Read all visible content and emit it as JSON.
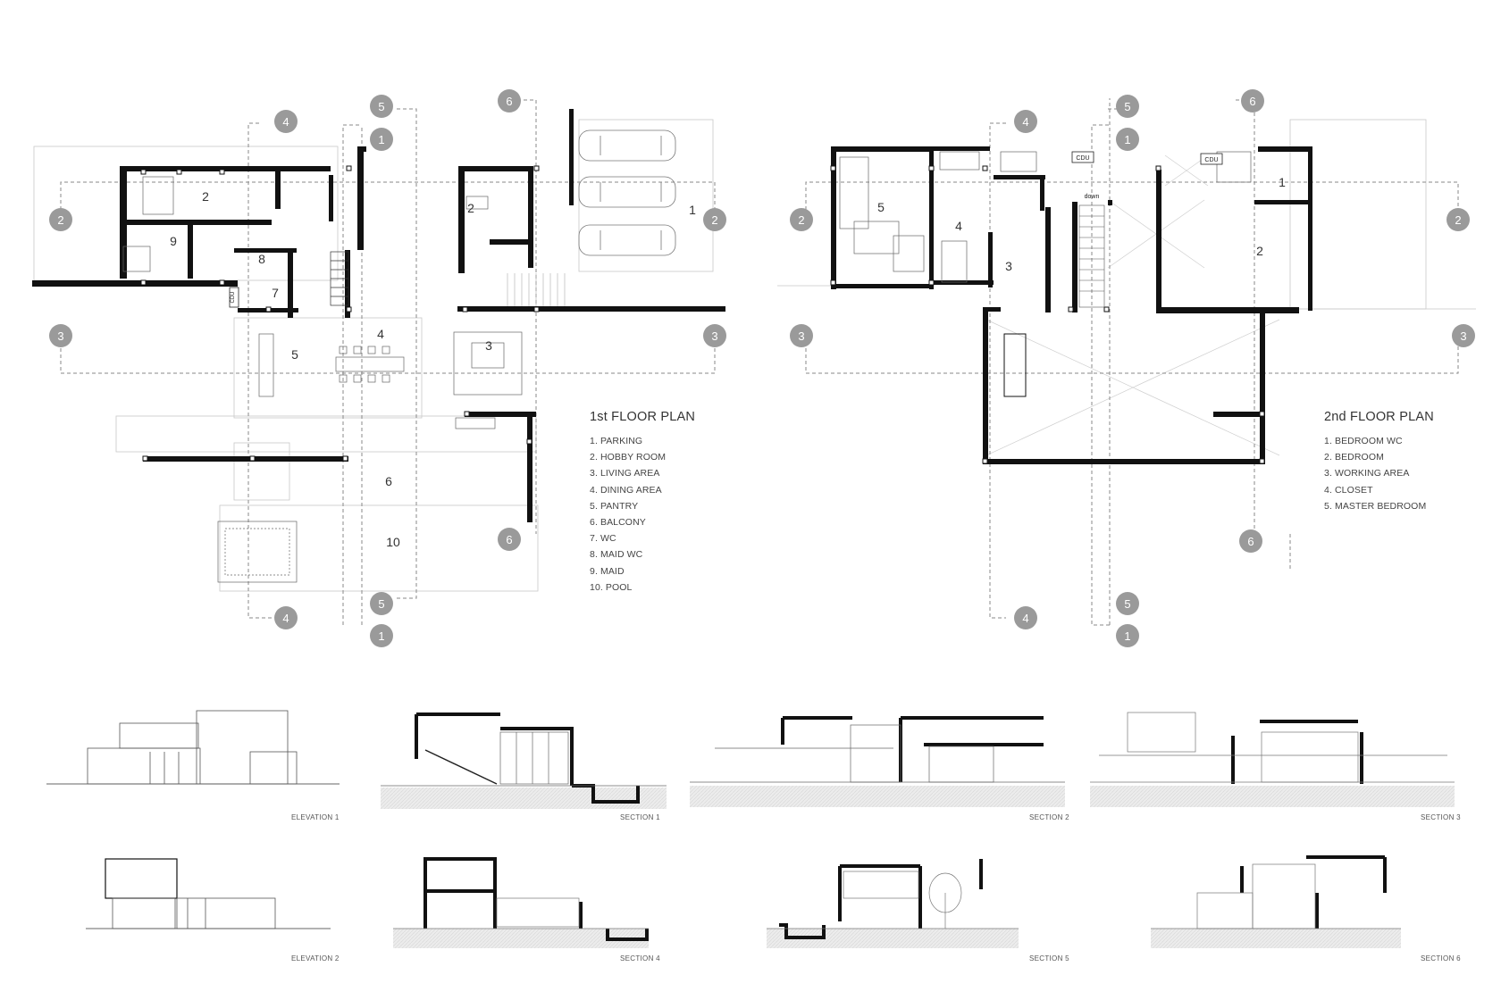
{
  "plan1": {
    "title": "1st FLOOR PLAN",
    "items": [
      "1. PARKING",
      "2. HOBBY ROOM",
      "3. LIVING AREA",
      "4. DINING AREA",
      "5. PANTRY",
      "6. BALCONY",
      "7. WC",
      "8. MAID WC",
      "9. MAID",
      "10. POOL"
    ],
    "room_numbers": [
      "1",
      "2",
      "2",
      "3",
      "4",
      "5",
      "6",
      "7",
      "8",
      "9",
      "10"
    ],
    "tags": [
      "CDU"
    ]
  },
  "plan2": {
    "title": "2nd FLOOR PLAN",
    "items": [
      "1. BEDROOM WC",
      "2. BEDROOM",
      "3. WORKING AREA",
      "4. CLOSET",
      "5. MASTER BEDROOM"
    ],
    "room_numbers": [
      "1",
      "2",
      "3",
      "4",
      "5"
    ],
    "tags": [
      "CDU",
      "CDU",
      "down"
    ]
  },
  "grid_markers": [
    "1",
    "2",
    "3",
    "4",
    "5",
    "6"
  ],
  "captions": {
    "elevation1": "ELEVATION 1",
    "section1": "SECTION 1",
    "section2": "SECTION 2",
    "section3": "SECTION 3",
    "elevation2": "ELEVATION 2",
    "section4": "SECTION 4",
    "section5": "SECTION 5",
    "section6": "SECTION 6"
  },
  "colors": {
    "wall": "#111111",
    "marker": "#9a9a9a",
    "grid_line": "#8a8a8a",
    "thin_line": "#bdbdbd",
    "ground_hatch": "#e3e3e3"
  }
}
